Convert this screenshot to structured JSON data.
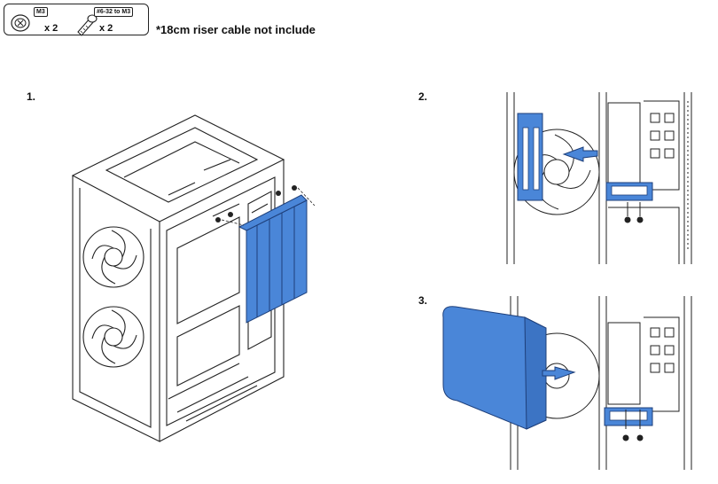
{
  "parts": [
    {
      "tag": "M3",
      "qty": "x 2",
      "icon": "screw-icon"
    },
    {
      "tag": "#6-32 to M3",
      "qty": "x 2",
      "icon": "standoff-screw-icon"
    }
  ],
  "note": "*18cm riser cable not include",
  "steps": [
    "1.",
    "2.",
    "3."
  ],
  "colors": {
    "bracket": "#4a86d8",
    "outline": "#222222"
  }
}
